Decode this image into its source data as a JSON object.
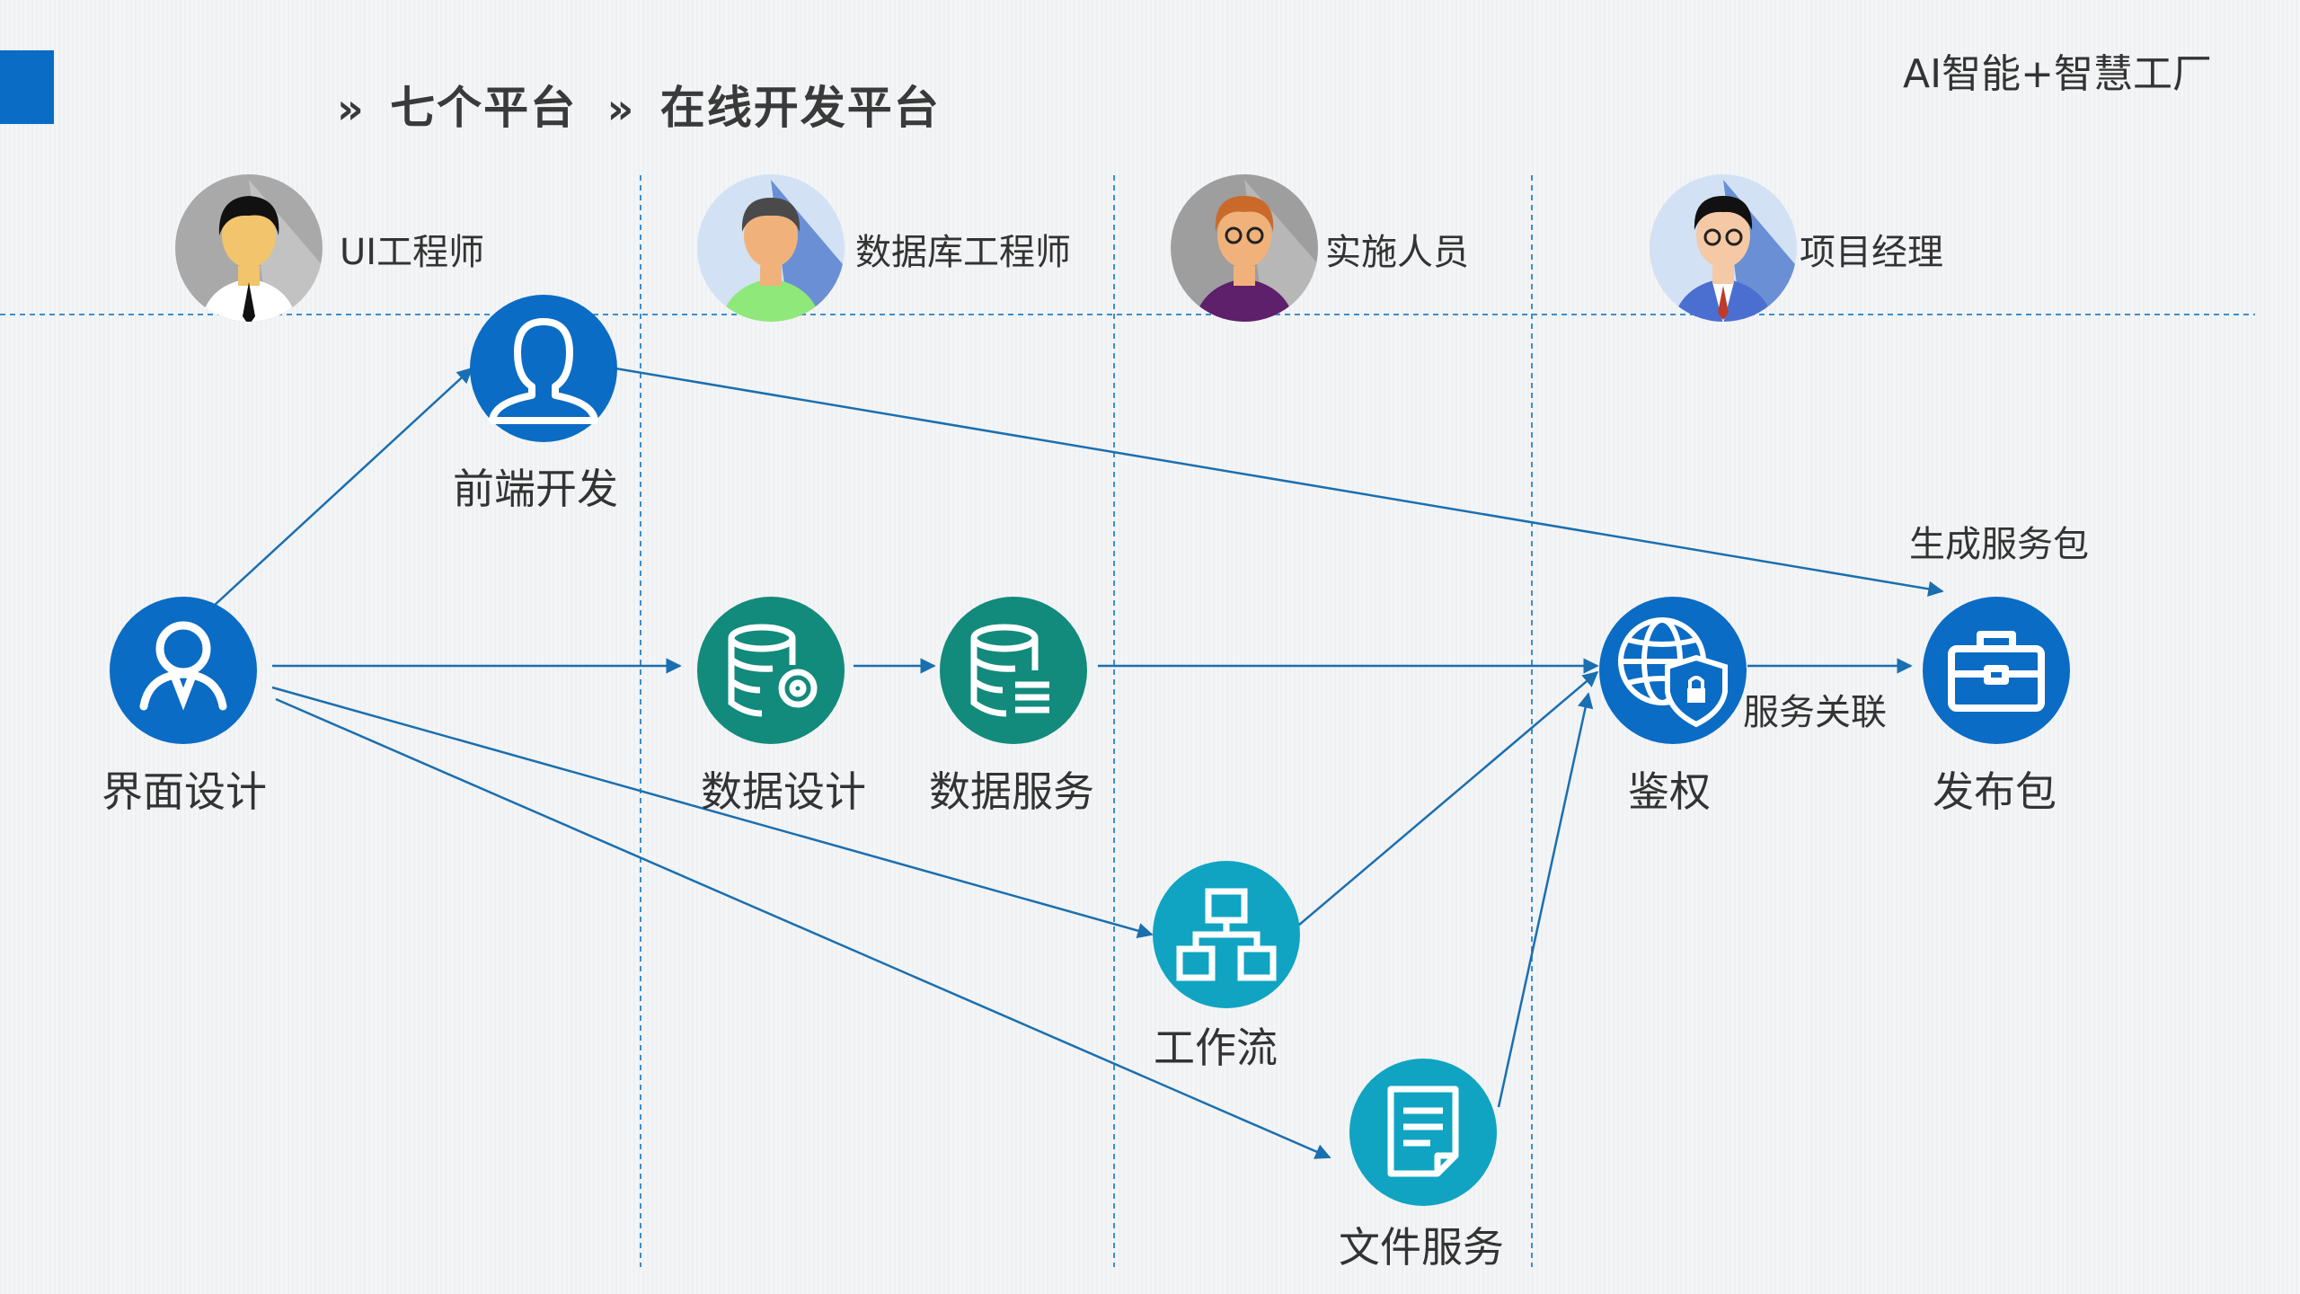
{
  "header": {
    "title_prefix": "»",
    "title_part1": "七个平台",
    "title_sep": "»",
    "title_part2": "在线开发平台",
    "brand": "AI智能+智慧工厂"
  },
  "roles": [
    {
      "label": "UI工程师",
      "avatar": "person-black-hair-tie-icon"
    },
    {
      "label": "数据库工程师",
      "avatar": "person-green-shirt-icon"
    },
    {
      "label": "实施人员",
      "avatar": "person-glasses-purple-icon"
    },
    {
      "label": "项目经理",
      "avatar": "person-glasses-suit-icon"
    }
  ],
  "nodes": {
    "ui_design": {
      "label": "界面设计",
      "icon": "user-outline-icon",
      "color": "#0a6cc4"
    },
    "frontend_dev": {
      "label": "前端开发",
      "icon": "person-silhouette-icon",
      "color": "#0a6cc4"
    },
    "data_design": {
      "label": "数据设计",
      "icon": "database-gear-icon",
      "color": "#128a7c"
    },
    "data_service": {
      "label": "数据服务",
      "icon": "database-list-icon",
      "color": "#128a7c"
    },
    "workflow": {
      "label": "工作流",
      "icon": "org-chart-icon",
      "color": "#10a4c2"
    },
    "file_service": {
      "label": "文件服务",
      "icon": "document-icon",
      "color": "#10a4c2"
    },
    "auth": {
      "label": "鉴权",
      "icon": "globe-shield-icon",
      "color": "#0a6cc4"
    },
    "release": {
      "label": "发布包",
      "icon": "toolbox-icon",
      "color": "#0a6cc4"
    }
  },
  "edge_labels": {
    "generate_package": "生成服务包",
    "service_link": "服务关联"
  },
  "colors": {
    "line": "#1a6fb0",
    "dashed": "#3b8fd0",
    "accent": "#0a6cc4"
  }
}
